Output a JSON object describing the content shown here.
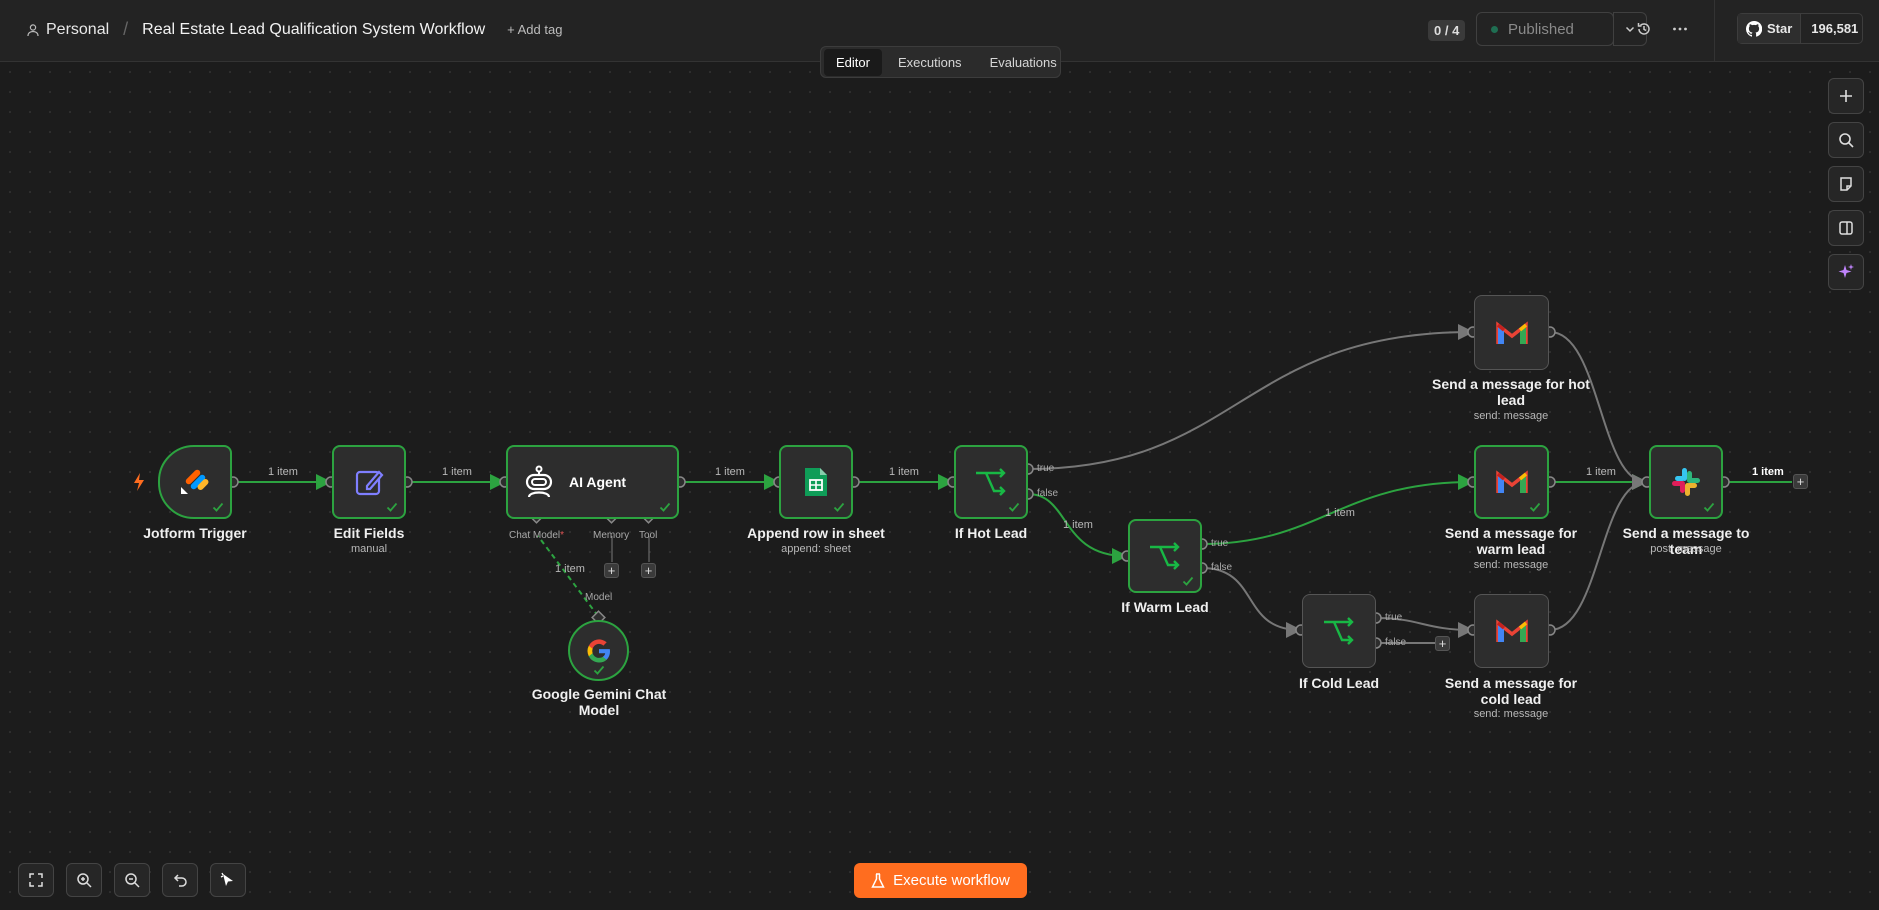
{
  "header": {
    "workspace": "Personal",
    "title": "Real Estate Lead Qualification System Workflow",
    "add_tag": "+ Add tag",
    "counter": "0 / 4",
    "publish_label": "Published",
    "github_star": "Star",
    "github_count": "196,581"
  },
  "tabs": [
    "Editor",
    "Executions",
    "Evaluations"
  ],
  "nodes": {
    "jotform": {
      "label": "Jotform Trigger"
    },
    "edit_fields": {
      "label": "Edit Fields",
      "sub": "manual"
    },
    "ai_agent": {
      "label": "AI Agent",
      "ports": {
        "chat_model": "Chat Model",
        "memory": "Memory",
        "tool": "Tool"
      }
    },
    "gemini": {
      "label": "Google Gemini Chat Model",
      "port": "Model"
    },
    "append_row": {
      "label": "Append row in sheet",
      "sub": "append: sheet"
    },
    "if_hot": {
      "label": "If Hot Lead"
    },
    "if_warm": {
      "label": "If Warm Lead"
    },
    "if_cold": {
      "label": "If Cold Lead"
    },
    "msg_hot": {
      "label": "Send a message for hot lead",
      "sub": "send: message"
    },
    "msg_warm": {
      "label": "Send a message for warm lead",
      "sub": "send: message"
    },
    "msg_cold": {
      "label": "Send a message for cold lead",
      "sub": "send: message"
    },
    "msg_team": {
      "label": "Send a message to team",
      "sub": "post: message"
    }
  },
  "edges": {
    "item": "1 item",
    "true": "true",
    "false": "false"
  },
  "execute_label": "Execute workflow",
  "colors": {
    "accent": "#ff6d1f",
    "success": "#2ca340",
    "background": "#1c1c1c"
  }
}
